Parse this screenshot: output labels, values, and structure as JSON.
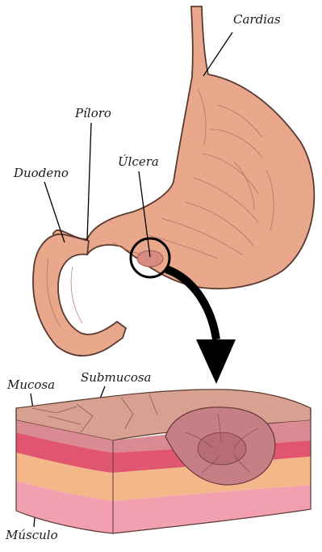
{
  "labels": {
    "cardias": "Cardias",
    "piloro": "Píloro",
    "duodeno": "Duodeno",
    "ulcera": "Úlcera",
    "mucosa": "Mucosa",
    "submucosa": "Submucosa",
    "musculo": "Músculo"
  },
  "colors": {
    "stomach_fill": "#e9a78b",
    "stomach_outline": "#5a3a30",
    "texture": "#a86a55",
    "tissue_top": "#d8a090",
    "mucosa_layer": "#d98a93",
    "submucosa_layer": "#e0566f",
    "muscle_layer_1": "#f3b78a",
    "muscle_layer_2": "#f2a0b0",
    "ulcer_crater": "#c77f86",
    "arrow": "#000000"
  }
}
